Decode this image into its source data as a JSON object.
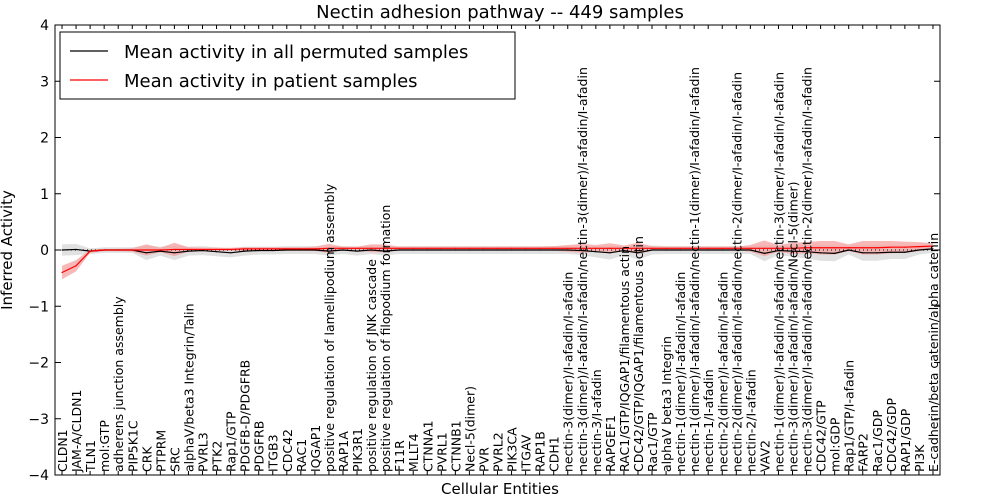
{
  "chart_data": {
    "type": "line",
    "title": "Nectin adhesion pathway -- 449 samples",
    "xlabel": "Cellular Entities",
    "ylabel": "Inferred Activity",
    "ylim": [
      -4,
      4
    ],
    "yticks": [
      "4",
      "3",
      "2",
      "1",
      "0",
      "−1",
      "−2",
      "−3",
      "−4"
    ],
    "grid": false,
    "legend_position": "top-left",
    "categories": [
      "CLDN1",
      "JAM-A/CLDN1",
      "TLN1",
      "mol:GTP",
      "adherens junction assembly",
      "PIP5K1C",
      "CRK",
      "PTPRM",
      "SRC",
      "alphaV/beta3 Integrin/Talin",
      "PVRL3",
      "PTK2",
      "Rap1/GTP",
      "PDGFB-D/PDGFRB",
      "PDGFRB",
      "ITGB3",
      "CDC42",
      "RAC1",
      "IQGAP1",
      "positive regulation of lamellipodium assembly",
      "RAP1A",
      "PIK3R1",
      "positive regulation of JNK cascade",
      "positive regulation of filopodium formation",
      "F11R",
      "MLLT4",
      "CTNNA1",
      "PVRL1",
      "CTNNB1",
      "Necl-5(dimer)",
      "PVR",
      "PVRL2",
      "PIK3CA",
      "ITGAV",
      "RAP1B",
      "CDH1",
      "nectin-3(dimer)/I-afadin/I-afadin",
      "nectin-3(dimer)/I-afadin/I-afadin/nectin-3(dimer)/I-afadin/I-afadin",
      "nectin-3/I-afadin",
      "RAPGEF1",
      "RAC1/GTP/IQGAP1/filamentous actin",
      "CDC42/GTP/IQGAP1/filamentous actin",
      "Rac1/GTP",
      "alphaV beta3 Integrin",
      "nectin-1(dimer)/I-afadin/I-afadin",
      "nectin-1(dimer)/I-afadin/I-afadin/nectin-1(dimer)/I-afadin/I-afadin",
      "nectin-1/I-afadin",
      "nectin-2(dimer)/I-afadin/I-afadin",
      "nectin-2(dimer)/I-afadin/I-afadin/nectin-2(dimer/I-afadin/I-afadin",
      "nectin-2/I-afadin",
      "VAV2",
      "nectin-1(dimer)/I-afadin/I-afadin/nectin-3(dimer/I-afadin/I-afadin",
      "nectin-3(dimer)/I-afadin/I-afadin/Necl-5(dimer)",
      "nectin-3(dimer)/I-afadin/I-afadin/nectin-2(dimer)/I-afadin/I-afadin",
      "CDC42/GTP",
      "mol:GDP",
      "Rap1/GTP/I-afadin",
      "FARP2",
      "Rac1/GDP",
      "CDC42/GDP",
      "RAP1/GDP",
      "PI3K",
      "E-cadherin/beta catenin/alpha catenin"
    ],
    "series": [
      {
        "name": "Mean activity in all permuted samples",
        "color": "#000000",
        "band_color": "#c8c8c8",
        "values": [
          0,
          0.01,
          -0.02,
          0,
          0,
          0,
          -0.05,
          -0.02,
          -0.05,
          -0.02,
          -0.01,
          -0.03,
          -0.05,
          -0.02,
          -0.01,
          -0.01,
          0,
          0,
          0,
          -0.02,
          0,
          -0.02,
          0,
          -0.02,
          0,
          0,
          0,
          0,
          0,
          0,
          0,
          0,
          0,
          0,
          0,
          0,
          0,
          -0.01,
          -0.03,
          -0.05,
          -0.01,
          -0.05,
          0,
          0,
          0,
          0,
          0,
          0,
          0,
          0,
          -0.06,
          -0.01,
          -0.02,
          -0.03,
          -0.05,
          -0.06,
          0,
          -0.05,
          -0.05,
          -0.04,
          -0.04,
          0,
          0.02
        ],
        "band": [
          0.1,
          0.1,
          0.05,
          0.05,
          0.05,
          0.05,
          0.13,
          0.08,
          0.13,
          0.08,
          0.08,
          0.08,
          0.08,
          0.08,
          0.07,
          0.07,
          0.07,
          0.07,
          0.07,
          0.08,
          0.07,
          0.08,
          0.07,
          0.08,
          0.07,
          0.07,
          0.07,
          0.07,
          0.07,
          0.07,
          0.07,
          0.07,
          0.07,
          0.07,
          0.07,
          0.07,
          0.07,
          0.08,
          0.1,
          0.12,
          0.08,
          0.12,
          0.08,
          0.07,
          0.07,
          0.07,
          0.07,
          0.07,
          0.07,
          0.07,
          0.14,
          0.08,
          0.1,
          0.12,
          0.14,
          0.14,
          0.08,
          0.14,
          0.14,
          0.12,
          0.12,
          0.08,
          0.07
        ]
      },
      {
        "name": "Mean activity in patient samples",
        "color": "#ff0000",
        "band_color": "#f4a0a0",
        "values": [
          -0.4,
          -0.28,
          -0.02,
          0,
          0,
          0,
          0,
          0,
          0.01,
          0.01,
          0.01,
          0.01,
          0.01,
          0.02,
          0.02,
          0.02,
          0.02,
          0.02,
          0.02,
          0.03,
          0.03,
          0.03,
          0.03,
          0.03,
          0.03,
          0.03,
          0.03,
          0.03,
          0.03,
          0.03,
          0.03,
          0.03,
          0.03,
          0.03,
          0.03,
          0.03,
          0.03,
          0.03,
          0.03,
          0.03,
          0.03,
          0.03,
          0.03,
          0.03,
          0.03,
          0.03,
          0.03,
          0.03,
          0.03,
          0.03,
          0.03,
          0.03,
          0.03,
          0.04,
          0.04,
          0.04,
          0.04,
          0.04,
          0.04,
          0.05,
          0.05,
          0.06,
          0.07
        ],
        "band": [
          0.12,
          0.1,
          0.03,
          0.02,
          0.02,
          0.03,
          0.1,
          0.04,
          0.12,
          0.04,
          0.03,
          0.03,
          0.03,
          0.03,
          0.03,
          0.03,
          0.03,
          0.03,
          0.04,
          0.08,
          0.03,
          0.03,
          0.07,
          0.07,
          0.03,
          0.03,
          0.03,
          0.03,
          0.03,
          0.03,
          0.03,
          0.03,
          0.03,
          0.03,
          0.03,
          0.04,
          0.06,
          0.08,
          0.06,
          0.09,
          0.05,
          0.1,
          0.04,
          0.03,
          0.03,
          0.03,
          0.03,
          0.03,
          0.03,
          0.06,
          0.14,
          0.06,
          0.1,
          0.1,
          0.12,
          0.12,
          0.06,
          0.12,
          0.12,
          0.11,
          0.1,
          0.08,
          0.05
        ]
      }
    ]
  }
}
